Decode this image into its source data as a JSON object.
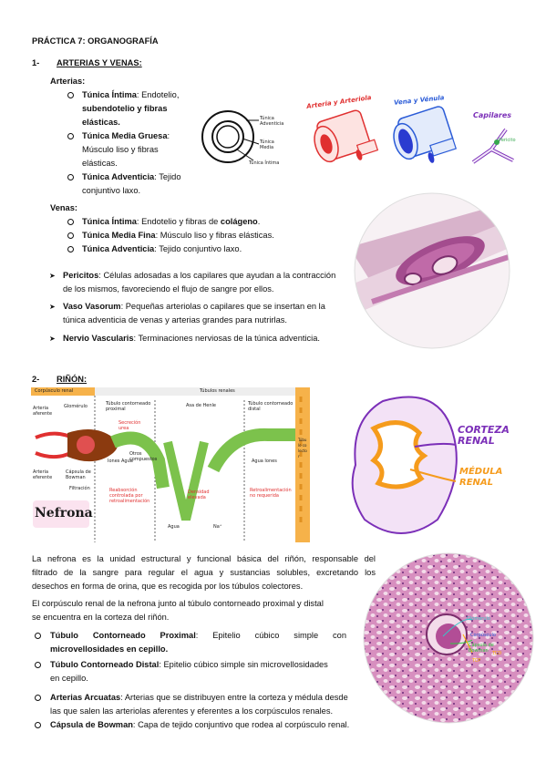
{
  "title": "PRÁCTICA 7: ORGANOGRAFÍA",
  "section1": {
    "number": "1-",
    "heading": "ARTERIAS Y VENAS:",
    "arterias": {
      "label": "Arterias:",
      "items": [
        {
          "term": "Túnica Íntima",
          "text_lines": [
            ": Endotelio,",
            "subendotelio y fibras",
            "elásticas."
          ]
        },
        {
          "term": "Túnica Media Gruesa",
          "text_lines": [
            ":",
            "Músculo liso y fibras",
            "elásticas."
          ]
        },
        {
          "term": "Túnica Adventicia",
          "text_lines": [
            ": Tejido",
            "conjuntivo laxo."
          ]
        }
      ]
    },
    "venas": {
      "label": "Venas:",
      "items": [
        {
          "term": "Túnica Íntima",
          "text": ": Endotelio y fibras de ",
          "bold_tail": "colágeno",
          "end": "."
        },
        {
          "term": "Túnica Media Fina",
          "text": ": Músculo liso y fibras elásticas."
        },
        {
          "term": "Túnica Adventicia",
          "text": ": Tejido conjuntivo laxo."
        }
      ]
    },
    "extras": [
      {
        "term": "Pericitos",
        "lines": [
          ": Células adosadas a los capilares que ayudan a la contracción",
          "de los mismos, favoreciendo el flujo de sangre por ellos."
        ]
      },
      {
        "term": "Vaso Vasorum",
        "lines": [
          ": Pequeñas arteriolas o capilares que se insertan en la",
          "túnica adventicia de venas y arterias grandes para nutrirlas."
        ]
      },
      {
        "term": "Nervio Vascularis",
        "lines": [
          ": Terminaciones nerviosas de la túnica adventicia."
        ]
      }
    ],
    "diagram_labels": {
      "intima": "Túnica Adventicia",
      "intima_1": "Túnica",
      "intima_2": "Adventicia",
      "media_1": "Túnica",
      "media_2": "Media",
      "intima_b": "Túnica Íntima",
      "arteria": "Arteria y Arteriola",
      "vena": "Vena y Vénula",
      "capilares": "Capilares",
      "pericito": "Pericito"
    }
  },
  "section2": {
    "number": "2-",
    "heading": "RIÑÓN:",
    "nefrona_diagram": {
      "corpusculo": "Corpúsculo renal",
      "tubulos": "Túbulos renales",
      "arteria_aferente_1": "Arteria",
      "arteria_aferente_2": "aferente",
      "glomerulo": "Glomérulo",
      "tcp_1": "Túbulo contorneado",
      "tcp_2": "proximal",
      "asa": "Asa de Henle",
      "tcd_1": "Túbulo contorneado",
      "tcd_2": "distal",
      "colector": "Túbulo colector",
      "arteria_eferente_1": "Arteria",
      "arteria_eferente_2": "eferente",
      "capsula_1": "Cápsula de",
      "capsula_2": "Bowman",
      "filtracion": "Filtración",
      "secrecion_1": "Secreción",
      "secrecion_2": "urea",
      "iones_agua": "Iones Agua",
      "otros": "Otros compuestos",
      "agua_iones": "Agua   Iones",
      "reabs_1": "Reabsorción",
      "reabs_2": "controlada por",
      "reabs_3": "retroalimentación",
      "dens_1": "Densidad",
      "dens_2": "elevada",
      "retro_1": "Retroalimentación",
      "retro_2": "no requerida",
      "agua": "Agua",
      "na": "Na⁺",
      "nefrona": "Nefrona"
    },
    "kidney_labels": {
      "corteza_1": "CORTEZA",
      "corteza_2": "RENAL",
      "medula_1": "MÉDULA",
      "medula_2": "RENAL"
    },
    "micro_labels": [
      "Glomérulo",
      "Corpúsculo",
      "Cápsula de Bowman",
      "TCP",
      "TCD"
    ],
    "para1_lines": [
      "La nefrona es la unidad estructural y funcional básica del riñón, responsable del",
      "filtrado de la sangre para regular el agua y sustancias solubles, excretando los",
      "desechos en forma de orina, que es recogida por los túbulos colectores."
    ],
    "para2_lines": [
      "El corpúsculo renal de la nefrona junto al túbulo contorneado proximal y distal",
      "se encuentra en la corteza del riñón."
    ],
    "list": [
      {
        "term": "Túbulo Contorneado Proximal",
        "lines": [
          ": Epitelio cúbico simple con"
        ],
        "bold_line2": "microvellosidades en cepillo."
      },
      {
        "term": "Túbulo Contorneado Distal",
        "lines": [
          ": Epitelio cúbico simple sin microvellosidades",
          "en cepillo."
        ]
      },
      {
        "term": "Arterias Arcuatas",
        "lines": [
          ": Arterias que se distribuyen entre la corteza y médula desde",
          "las que salen las arteriolas aferentes y eferentes a los corpúsculos renales."
        ]
      },
      {
        "term": "Cápsula de Bowman",
        "lines": [
          ": Capa de tejido conjuntivo que rodea al corpúsculo renal."
        ]
      }
    ]
  }
}
